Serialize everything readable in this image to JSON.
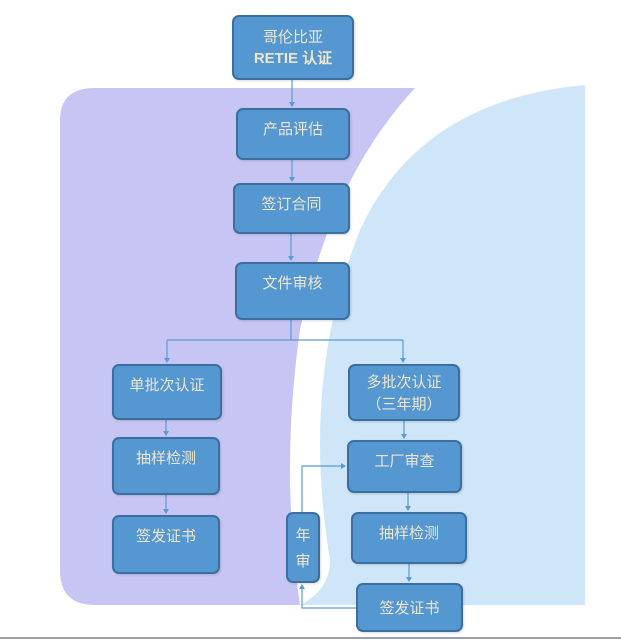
{
  "nodes": {
    "start": {
      "line1": "哥伦比亚",
      "line2": "RETIE 认证"
    },
    "evaluate": {
      "label": "产品评估"
    },
    "contract": {
      "label": "签订合同"
    },
    "doc_review": {
      "label": "文件审核"
    },
    "single": {
      "label": "单批次认证"
    },
    "single_test": {
      "label": "抽样检测"
    },
    "single_cert": {
      "label": "签发证书"
    },
    "multi": {
      "line1": "多批次认证",
      "line2": "（三年期）"
    },
    "factory": {
      "label": "工厂审查"
    },
    "multi_test": {
      "label": "抽样检测"
    },
    "multi_cert": {
      "label": "签发证书"
    },
    "annual": {
      "char1": "年",
      "char2": "审"
    }
  },
  "colors": {
    "box": "#5597d0",
    "border": "#3c6f9f",
    "text": "#ece6cf",
    "line": "#5b9bd5"
  }
}
